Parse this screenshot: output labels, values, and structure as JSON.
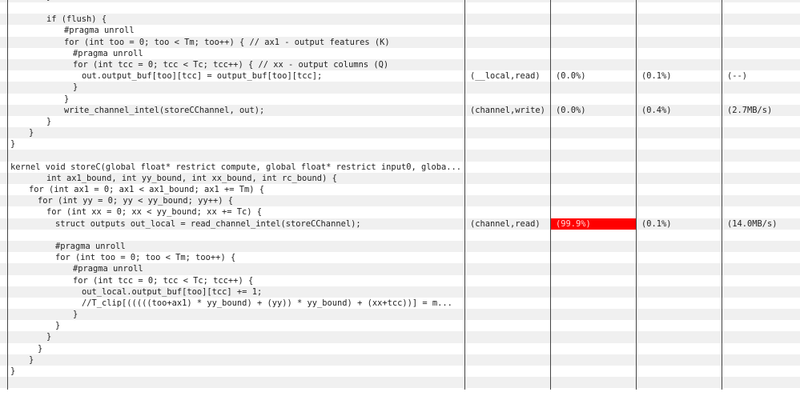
{
  "colors": {
    "stripe": "#f0f0f0",
    "hot": "#ff0000"
  },
  "rows": [
    {
      "code": "}"
    },
    {
      "code": ""
    },
    {
      "code": "if (flush) {"
    },
    {
      "code": "#pragma unroll"
    },
    {
      "code": "for (int too = 0; too < Tm; too++) { // ax1 - output features (K)"
    },
    {
      "code": "#pragma unroll"
    },
    {
      "code": "for (int tcc = 0; tcc < Tc; tcc++) { // xx - output columns (Q)"
    },
    {
      "code": "out.output_buf[too][tcc] = output_buf[too][tcc];",
      "access": "(__local,read)",
      "stall": "(0.0%)",
      "occupancy": "(0.1%)",
      "bandwidth": "(--)"
    },
    {
      "code": "}"
    },
    {
      "code": "}"
    },
    {
      "code": "write_channel_intel(storeCChannel, out);",
      "access": "(channel,write)",
      "stall": "(0.0%)",
      "occupancy": "(0.4%)",
      "bandwidth": "(2.7MB/s)"
    },
    {
      "code": "}"
    },
    {
      "code": "}"
    },
    {
      "code": "}"
    },
    {
      "code": ""
    },
    {
      "code": "kernel void storeC(global float* restrict compute, global float* restrict input0, globa..."
    },
    {
      "code": "int ax1_bound, int yy_bound, int xx_bound, int rc_bound) {"
    },
    {
      "code": "for (int ax1 = 0; ax1 < ax1_bound; ax1 += Tm) {"
    },
    {
      "code": "for (int yy = 0; yy < yy_bound; yy++) {"
    },
    {
      "code": "for (int xx = 0; xx < yy_bound; xx += Tc) {"
    },
    {
      "code": "struct outputs out_local = read_channel_intel(storeCChannel);",
      "access": "(channel,read)",
      "stall": "(99.9%)",
      "occupancy": "(0.1%)",
      "bandwidth": "(14.0MB/s)",
      "hot": true
    },
    {
      "code": ""
    },
    {
      "code": "#pragma unroll"
    },
    {
      "code": "for (int too = 0; too < Tm; too++) {"
    },
    {
      "code": "#pragma unroll"
    },
    {
      "code": "for (int tcc = 0; tcc < Tc; tcc++) {"
    },
    {
      "code": "out_local.output_buf[too][tcc] += 1;"
    },
    {
      "code": "//T_clip[(((((too+ax1) * yy_bound) + (yy)) * yy_bound) + (xx+tcc))] = m..."
    },
    {
      "code": "}"
    },
    {
      "code": "}"
    },
    {
      "code": "}"
    },
    {
      "code": "}"
    },
    {
      "code": "}"
    },
    {
      "code": "}"
    },
    {
      "code": ""
    },
    {
      "code": ""
    }
  ]
}
